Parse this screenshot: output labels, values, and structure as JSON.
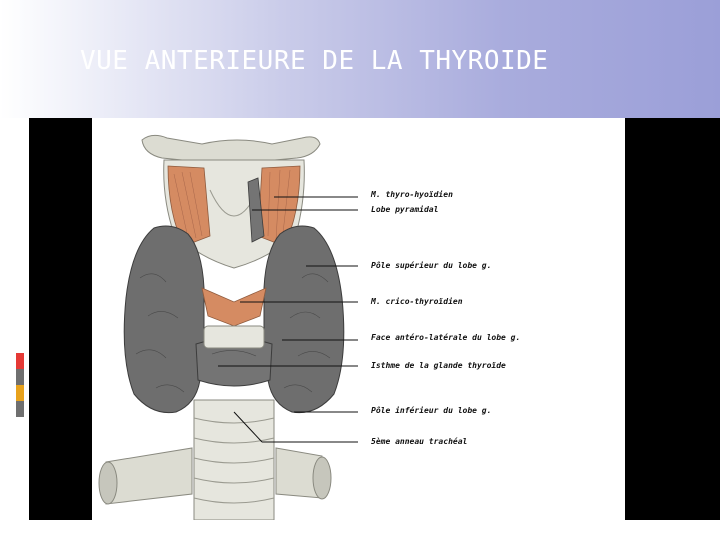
{
  "slide": {
    "title": "VUE ANTERIEURE DE LA THYROIDE"
  },
  "colors": {
    "title_text": "#ffffff",
    "band_start": "#ffffff",
    "band_end": "#9b9fd8",
    "frame": "#000000",
    "accent": [
      "#e53935",
      "#6f6f6f",
      "#e8a21c",
      "#6f6f6f"
    ],
    "gland": "#6e6e6e",
    "muscle": "#d58b62",
    "cartilage": "#dcdcd2"
  },
  "figure": {
    "labels": [
      "M. thyro-hyoïdien",
      "Lobe pyramidal",
      "Pôle supérieur du lobe g.",
      "M. crico-thyroïdien",
      "Face antéro-latérale du lobe g.",
      "Isthme de la glande thyroïde",
      "Pôle inférieur du lobe g.",
      "5ème anneau trachéal"
    ]
  }
}
